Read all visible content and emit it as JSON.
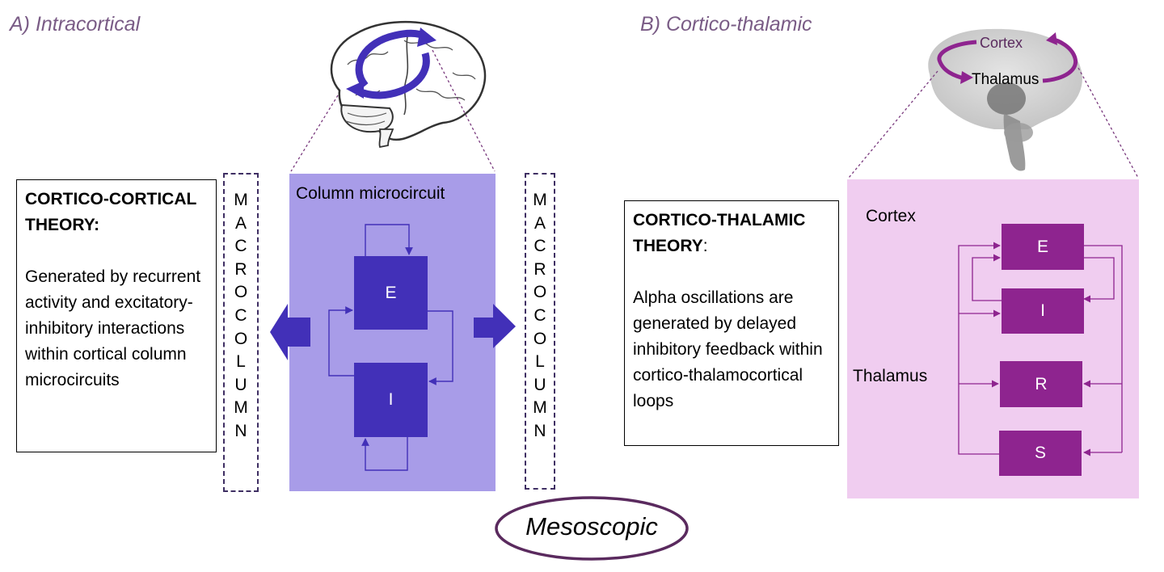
{
  "panel_a": {
    "title": "A) Intracortical",
    "theory_heading": "CORTICO-CORTICAL THEORY:",
    "theory_body": "Generated by recurrent activity and excitatory-inhibitory interactions within cortical column microcircuits",
    "macrocolumn_letters": [
      "M",
      "A",
      "C",
      "R",
      "O",
      "C",
      "O",
      "L",
      "U",
      "M",
      "N"
    ],
    "column_title": "Column microcircuit",
    "node_e": "E",
    "node_i": "I"
  },
  "panel_b": {
    "title": "B) Cortico-thalamic",
    "theory_heading": "CORTICO-THALAMIC THEORY",
    "theory_heading_colon": ":",
    "theory_body": "Alpha oscillations are generated by delayed inhibitory feedback within cortico-thalamocortical loops",
    "brain_label_cortex": "Cortex",
    "brain_label_thalamus": "Thalamus",
    "label_cortex": "Cortex",
    "label_thalamus": "Thalamus",
    "nodes": [
      "E",
      "I",
      "R",
      "S"
    ]
  },
  "footer": {
    "scale_label": "Mesoscopic"
  },
  "colors": {
    "column_fill": "#a89ce8",
    "node_a": "#4230b8",
    "loop_fill": "#f0cdf0",
    "node_b": "#8e248f",
    "title_text": "#7a5c86",
    "oval_stroke": "#5a2a5e"
  }
}
